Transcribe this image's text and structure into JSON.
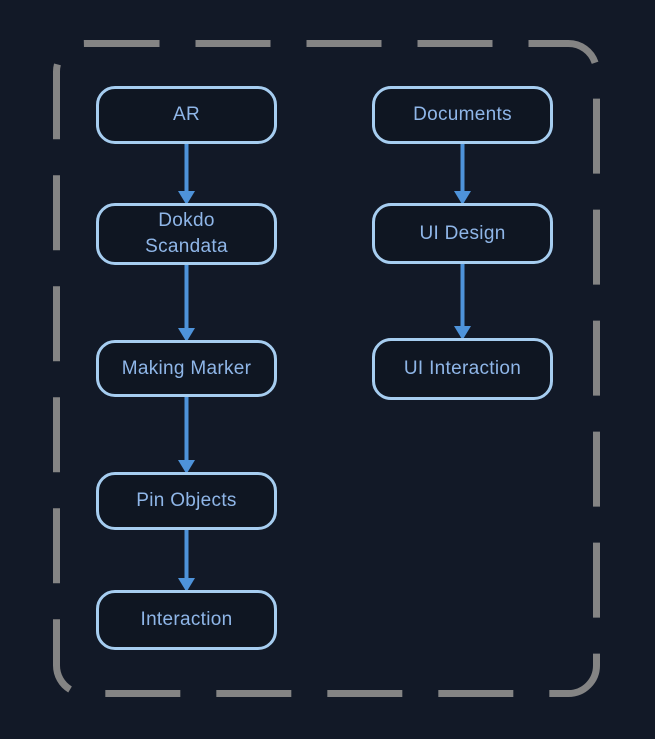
{
  "diagram": {
    "nodes": [
      {
        "id": "ar",
        "label": "AR"
      },
      {
        "id": "dokdo",
        "label": "Dokdo\nScandata"
      },
      {
        "id": "making",
        "label": "Making Marker"
      },
      {
        "id": "pin",
        "label": "Pin Objects"
      },
      {
        "id": "interaction",
        "label": "Interaction"
      },
      {
        "id": "documents",
        "label": "Documents"
      },
      {
        "id": "uidesign",
        "label": "UI Design"
      },
      {
        "id": "uiinteraction",
        "label": "UI Interaction"
      }
    ],
    "edges": [
      {
        "from": "ar",
        "to": "dokdo"
      },
      {
        "from": "dokdo",
        "to": "making"
      },
      {
        "from": "making",
        "to": "pin"
      },
      {
        "from": "pin",
        "to": "interaction"
      },
      {
        "from": "documents",
        "to": "uidesign"
      },
      {
        "from": "uidesign",
        "to": "uiinteraction"
      }
    ],
    "colors": {
      "background": "#121927",
      "node_fill": "#0f1622",
      "node_border": "#a6cdf0",
      "node_text": "#8fb6e8",
      "arrow": "#4e93da",
      "boundary_dash": "#848484"
    }
  }
}
